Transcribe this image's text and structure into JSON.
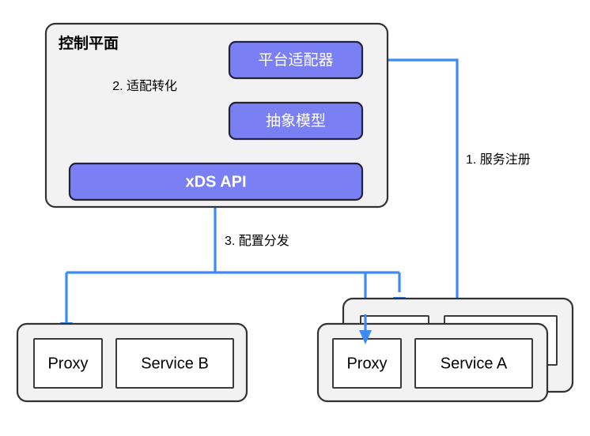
{
  "diagram": {
    "type": "architecture-flow",
    "background_color": "#ffffff",
    "palette": {
      "panel_fill": "#f2f2f2",
      "panel_stroke": "#333333",
      "node_purple": "#7b7ff4",
      "node_purple_stroke": "#22223a",
      "node_white": "#ffffff",
      "node_white_stroke": "#3a3a3a",
      "connector_blue": "#3d8bf2",
      "text_dark": "#000000",
      "text_light": "#ffffff"
    }
  },
  "control_plane": {
    "title": "控制平面",
    "nodes": {
      "platform_adapter": "平台适配器",
      "abstract_model": "抽象模型",
      "xds_api": "xDS API"
    }
  },
  "workloads": {
    "service_b_group": {
      "proxy": "Proxy",
      "service": "Service B"
    },
    "service_a_group": {
      "proxy": "Proxy",
      "service": "Service A"
    }
  },
  "edge_labels": {
    "register": "1. 服务注册",
    "adapt": "2. 适配转化",
    "distribute": "3. 配置分发"
  }
}
